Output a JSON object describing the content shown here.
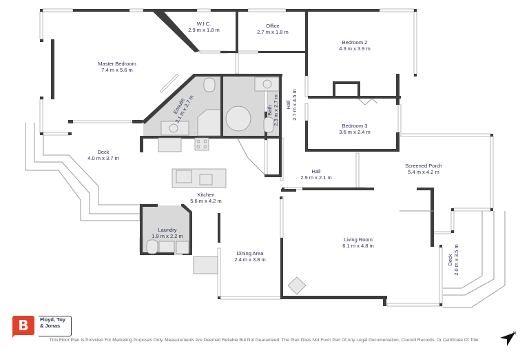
{
  "rooms": {
    "master_bedroom": {
      "name": "Master Bedroom",
      "size": "7.4 m x 5.6 m"
    },
    "wic": {
      "name": "W.I.C.",
      "size": "2.9 m x 1.8 m"
    },
    "office": {
      "name": "Office",
      "size": "2.7 m x 1.8 m"
    },
    "bedroom2": {
      "name": "Bedroom 2",
      "size": "4.3 m x 3.9 m"
    },
    "ensuite": {
      "name": "Ensuite",
      "size": "3.1 m x 2.7 m"
    },
    "bath": {
      "name": "Bath",
      "size": "2.3 m x 2.7 m"
    },
    "hall_vertical": {
      "name": "Hall",
      "size": "2.7 m x 4.5 m"
    },
    "bedroom3": {
      "name": "Bedroom 3",
      "size": "3.6 m x 2.4 m"
    },
    "deck_west": {
      "name": "Deck",
      "size": "4.0 m x 3.7 m"
    },
    "hall": {
      "name": "Hall",
      "size": "2.9 m x 2.1 m"
    },
    "screened_porch": {
      "name": "Screened Porch",
      "size": "5.4 m x 4.2 m"
    },
    "kitchen": {
      "name": "Kitchen",
      "size": "5.6 m x 4.2 m"
    },
    "laundry": {
      "name": "Laundry",
      "size": "1.9 m x 2.2 m"
    },
    "dining": {
      "name": "Dining Area",
      "size": "2.4 m x 3.8 m"
    },
    "living": {
      "name": "Living Room",
      "size": "6.1 m x 4.8 m"
    },
    "deck_east": {
      "name": "Deck",
      "size": "2.0 m x 3.5 m"
    }
  },
  "branding": {
    "logo_letter": "B",
    "agency_line1": "Floyd, Toy",
    "agency_line2": "& Jonas",
    "accent_color": "#e2402b"
  },
  "disclaimer": "This Floor Plan Is Provided For Marketing Purposes Only. Measurements Are Deemed Reliable But Not Guaranteed. The Plan Does Not Form Part Of Any Legal Documentation, Council Records, Or Certificate Of Title.",
  "compass": {
    "label": "N"
  }
}
